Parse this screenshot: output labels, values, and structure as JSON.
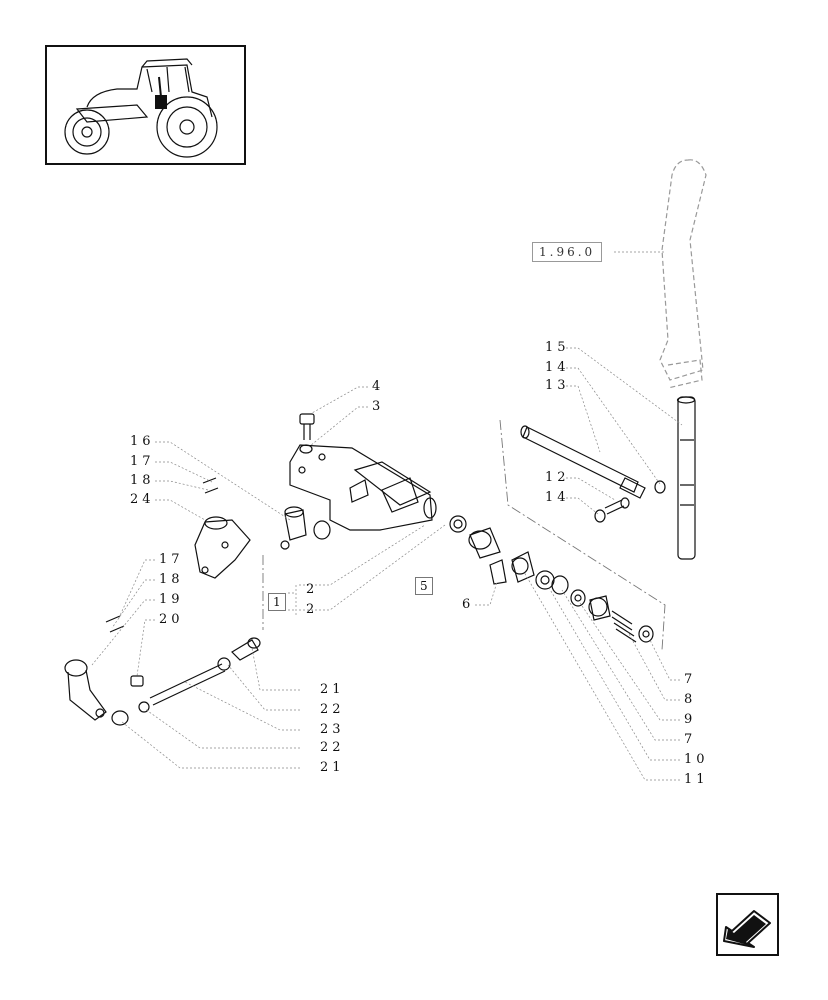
{
  "reference_label": "1.96.0",
  "boxed_refs": {
    "group_1": "1",
    "group_5": "5"
  },
  "callouts": {
    "c4": "4",
    "c3": "3",
    "c16": "16",
    "c17a": "17",
    "c18a": "18",
    "c24": "24",
    "c17b": "17",
    "c18b": "18",
    "c19": "19",
    "c20": "20",
    "c2a": "2",
    "c2b": "2",
    "c6": "6",
    "c15": "15",
    "c14a": "14",
    "c13": "13",
    "c12": "12",
    "c14b": "14",
    "c21a": "21",
    "c22a": "22",
    "c23": "23",
    "c22b": "22",
    "c21b": "21",
    "c7a": "7",
    "c8": "8",
    "c9": "9",
    "c7b": "7",
    "c10": "10",
    "c11": "11"
  },
  "icons": {
    "thumbnail": "tractor-locator-icon",
    "nav": "arrow-back-icon"
  }
}
